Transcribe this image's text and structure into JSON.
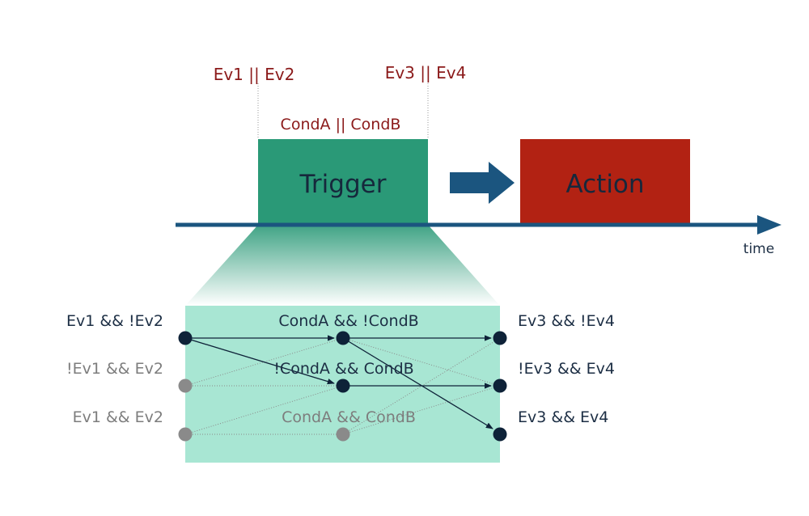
{
  "top": {
    "start_event_label": "Ev1 || Ev2",
    "end_event_label": "Ev3 || Ev4",
    "condition_label": "CondA || CondB",
    "trigger_label": "Trigger",
    "action_label": "Action",
    "time_label": "time"
  },
  "detail": {
    "left_labels": [
      "Ev1 && !Ev2",
      "!Ev1 && Ev2",
      "Ev1 && Ev2"
    ],
    "middle_labels": [
      "CondA && !CondB",
      "!CondA && CondB",
      "CondA && CondB"
    ],
    "right_labels": [
      "Ev3 && !Ev4",
      "!Ev3 && Ev4",
      "Ev3 && Ev4"
    ]
  },
  "colors": {
    "trigger": "#2a9977",
    "action": "#b22213",
    "axis": "#1b557f",
    "event_text": "#8b1a1a",
    "dark_text": "#1c2e44",
    "gray_text": "#7d7d7d",
    "panel": "#a8e6d3",
    "node_active": "#0e2238",
    "node_inactive": "#8a8a8a"
  }
}
